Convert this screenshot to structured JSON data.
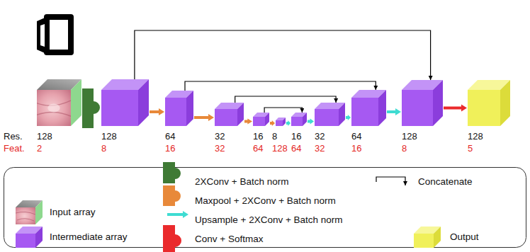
{
  "diagram": {
    "nodes": [
      {
        "text": [
          "128",
          "2"
        ]
      },
      {
        "text": [
          "128",
          "8"
        ]
      },
      {
        "text": [
          "64",
          "16"
        ]
      },
      {
        "text": [
          "32",
          "32"
        ]
      },
      {
        "text": [
          "16",
          "64"
        ]
      },
      {
        "text": [
          "8",
          "128"
        ]
      },
      {
        "text": [
          "16",
          "64"
        ]
      },
      {
        "text": [
          "32",
          "32"
        ]
      },
      {
        "text": [
          "64",
          "16"
        ]
      },
      {
        "text": [
          "128",
          "8"
        ]
      },
      {
        "text": [
          "128",
          "5"
        ]
      }
    ],
    "edges": [
      {
        "from": 1,
        "to": 2,
        "arrow": "to"
      },
      {
        "from": 2,
        "to": 3,
        "arrow": "to"
      },
      {
        "from": 3,
        "to": 4,
        "arrow": "to"
      },
      {
        "from": 4,
        "to": 5,
        "arrow": "to"
      },
      {
        "from": 5,
        "to": 6,
        "arrow": "to"
      },
      {
        "from": 6,
        "to": 7,
        "arrow": "to"
      },
      {
        "from": 7,
        "to": 8,
        "arrow": "to"
      },
      {
        "from": 8,
        "to": 9,
        "arrow": "to"
      },
      {
        "from": 9,
        "to": 10,
        "arrow": "to"
      },
      {
        "from": 1,
        "to": 9,
        "arrow": "to"
      },
      {
        "from": 2,
        "to": 8,
        "arrow": "to"
      },
      {
        "from": 3,
        "to": 7,
        "arrow": "to"
      },
      {
        "from": 4,
        "to": 6,
        "arrow": "to"
      }
    ],
    "labels": [
      "Res.",
      "Feat."
    ],
    "legend": [
      {
        "text": "Input array"
      },
      {
        "text": "Intermediate array"
      },
      {
        "text": "2XConv + Batch norm",
        "color": "#3f7a35"
      },
      {
        "text": "Maxpool + 2XConv + Batch norm",
        "color": "#e8893a"
      },
      {
        "text": "Upsample + 2XConv + Batch norm",
        "color": "#3fdcd2"
      },
      {
        "text": "Conv + Softmax",
        "color": "#ea2a2c"
      },
      {
        "text": "Concatenate"
      },
      {
        "text": "Output"
      }
    ]
  }
}
